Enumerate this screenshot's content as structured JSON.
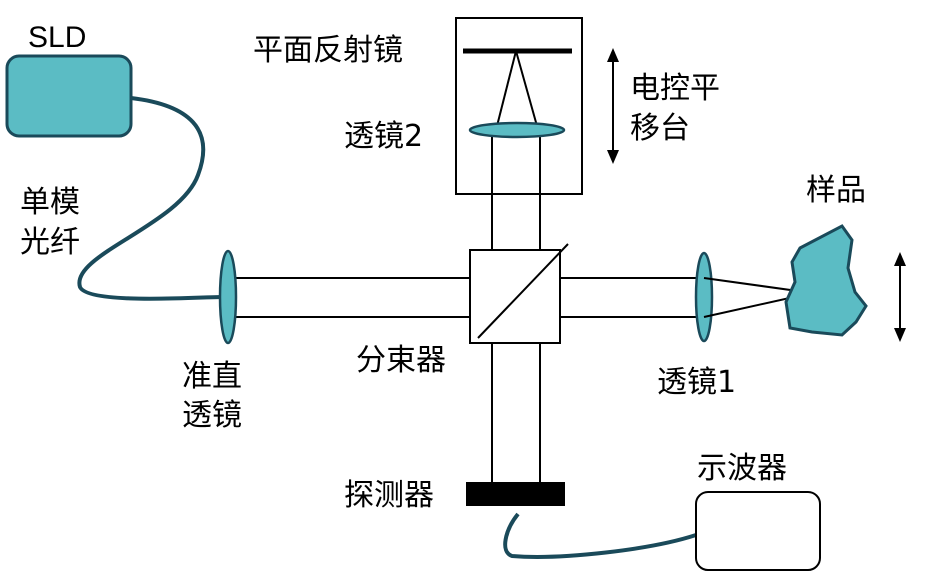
{
  "labels": {
    "sld": "SLD",
    "single_mode_fiber_line1": "单模",
    "single_mode_fiber_line2": "光纤",
    "plane_mirror": "平面反射镜",
    "lens2": "透镜2",
    "motorized_stage_line1": "电控平",
    "motorized_stage_line2": "移台",
    "sample": "样品",
    "collimating_lens_line1": "准直",
    "collimating_lens_line2": "透镜",
    "beam_splitter": "分束器",
    "lens1": "透镜1",
    "oscilloscope": "示波器",
    "detector": "探测器"
  },
  "colors": {
    "component_fill": "#5bbcc4",
    "component_outline": "#1a4a5a",
    "line": "#000000"
  }
}
